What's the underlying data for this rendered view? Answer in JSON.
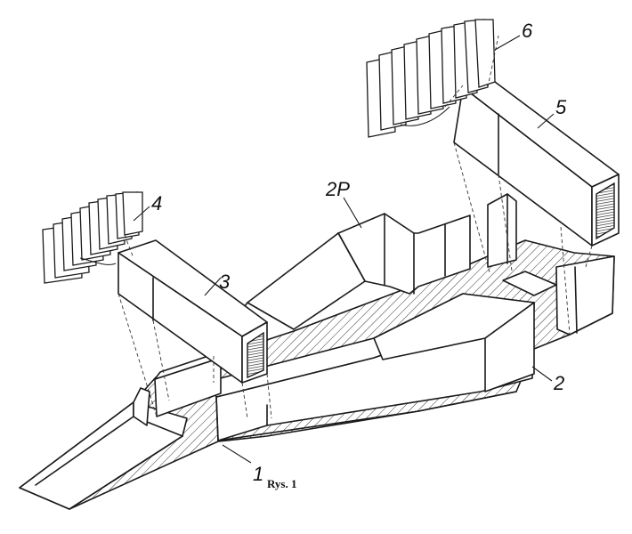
{
  "figure": {
    "caption": "Rys. 1",
    "labels": {
      "l1": "1",
      "l2": "2",
      "l2p": "2P",
      "l3": "3",
      "l4": "4",
      "l5": "5",
      "l6": "6"
    }
  }
}
